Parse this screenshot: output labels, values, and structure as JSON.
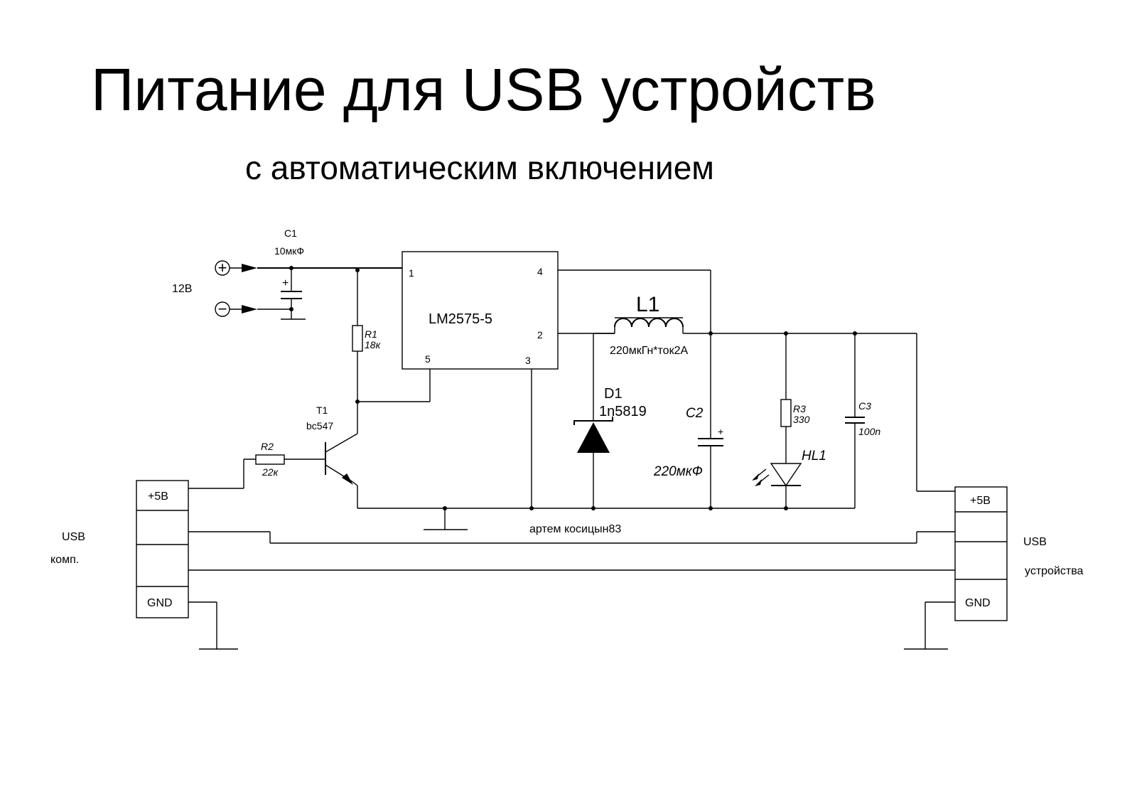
{
  "title": "Питание для USB устройств",
  "subtitle": "с автоматическим включением",
  "power_input": {
    "label": "12В",
    "plus_symbol": "+",
    "minus_symbol": "−"
  },
  "components": {
    "c1": {
      "name": "C1",
      "value": "10мкФ",
      "polarity": "+"
    },
    "ic": {
      "name": "LM2575-5",
      "pin1": "1",
      "pin2": "2",
      "pin3": "3",
      "pin4": "4",
      "pin5": "5"
    },
    "r1": {
      "name": "R1",
      "value": "18к"
    },
    "t1": {
      "name": "T1",
      "value": "bc547"
    },
    "r2": {
      "name": "R2",
      "value": "22к"
    },
    "l1": {
      "name": "L1",
      "value": "220мкГн*ток2А"
    },
    "d1": {
      "name": "D1",
      "value": "1n5819"
    },
    "c2": {
      "name": "C2",
      "value": "220мкФ",
      "polarity": "+"
    },
    "r3": {
      "name": "R3",
      "value": "330"
    },
    "hl1": {
      "name": "HL1"
    },
    "c3": {
      "name": "C3",
      "value": "100n"
    }
  },
  "usb_left": {
    "label_line1": "USB",
    "label_line2": "комп.",
    "pin_top": "+5В",
    "pin_bottom": "GND"
  },
  "usb_right": {
    "label_line1": "USB",
    "label_line2": "устройства",
    "pin_top": "+5В",
    "pin_bottom": "GND"
  },
  "author": "артем косицын83"
}
